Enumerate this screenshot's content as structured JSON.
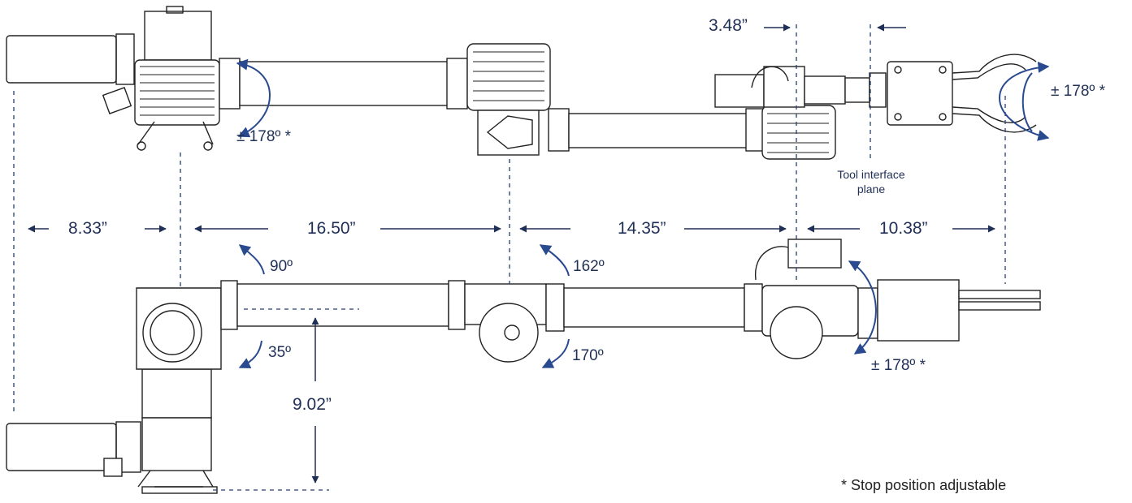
{
  "diagram": {
    "dimensions": {
      "base_to_shoulder": "8.33”",
      "upper_arm": "16.50”",
      "forearm": "14.35”",
      "wrist_to_gripper": "10.38”",
      "tool_offset": "3.48”",
      "shoulder_height": "9.02”"
    },
    "rotation_limits": {
      "base_rotation": "± 178º *",
      "shoulder_up": "90º",
      "shoulder_down": "35º",
      "elbow_up": "162º",
      "elbow_down": "170º",
      "wrist_rotation": "± 178º *",
      "gripper_rotation": "± 178º *"
    },
    "labels": {
      "tool_interface_line1": "Tool interface",
      "tool_interface_line2": "plane"
    },
    "footnote": "* Stop position adjustable",
    "colors": {
      "annotation": "#1f2f55",
      "arrow": "#2a4a8f",
      "line_drawing": "#222222",
      "dash": "#2a3f70"
    }
  }
}
